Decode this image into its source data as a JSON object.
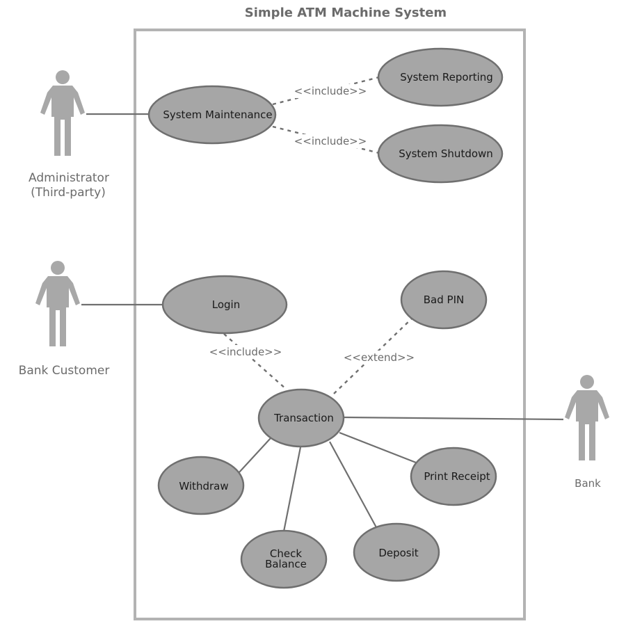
{
  "diagram": {
    "title": "Simple ATM Machine System",
    "actors": {
      "administrator": {
        "line1": "Administrator",
        "line2": "(Third-party)"
      },
      "bank_customer": {
        "label": "Bank Customer"
      },
      "bank": {
        "label": "Bank"
      }
    },
    "use_cases": {
      "system_maintenance": "System Maintenance",
      "system_reporting": "System Reporting",
      "system_shutdown": "System Shutdown",
      "login": "Login",
      "bad_pin": "Bad PIN",
      "transaction": "Transaction",
      "withdraw": "Withdraw",
      "check_balance_line1": "Check",
      "check_balance_line2": "Balance",
      "deposit": "Deposit",
      "print_receipt": "Print Receipt"
    },
    "relationships": {
      "include_reporting": "<<include>>",
      "include_shutdown": "<<include>>",
      "include_login": "<<include>>",
      "extend_bad_pin": "<<extend>>"
    },
    "colors": {
      "use_case_fill": "#a6a6a6",
      "use_case_stroke": "#6f6f6f",
      "actor": "#a8a8a8",
      "boundary": "#b3b3b3"
    }
  }
}
